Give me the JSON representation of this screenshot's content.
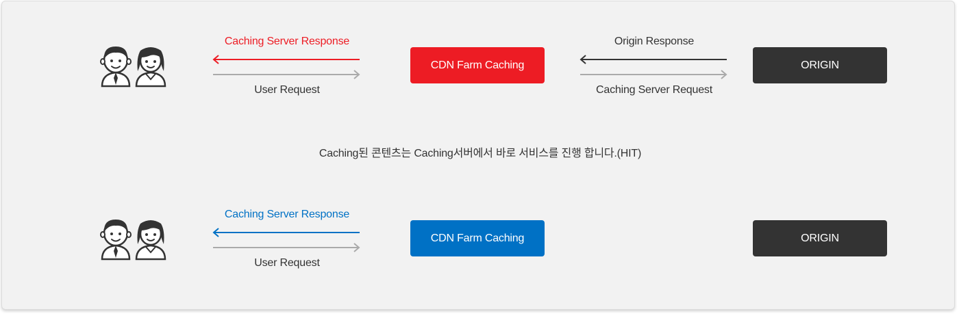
{
  "colors": {
    "hit_accent": "#ed1c24",
    "cached_accent": "#0071c5",
    "origin_box": "#333333",
    "request_arrow": "#aaaaaa",
    "background": "#f2f2f2"
  },
  "top_flow": {
    "users_icon": "users-icon",
    "response_label": "Caching Server Response",
    "request_label": "User Request",
    "cdn_box_label": "CDN Farm Caching",
    "origin_response_label": "Origin Response",
    "origin_request_label": "Caching Server Request",
    "origin_box_label": "ORIGIN"
  },
  "caption": "Caching된 콘텐츠는 Caching서버에서 바로 서비스를 진행 합니다.(HIT)",
  "bottom_flow": {
    "users_icon": "users-icon",
    "response_label": "Caching Server Response",
    "request_label": "User Request",
    "cdn_box_label": "CDN Farm Caching",
    "origin_box_label": "ORIGIN"
  }
}
